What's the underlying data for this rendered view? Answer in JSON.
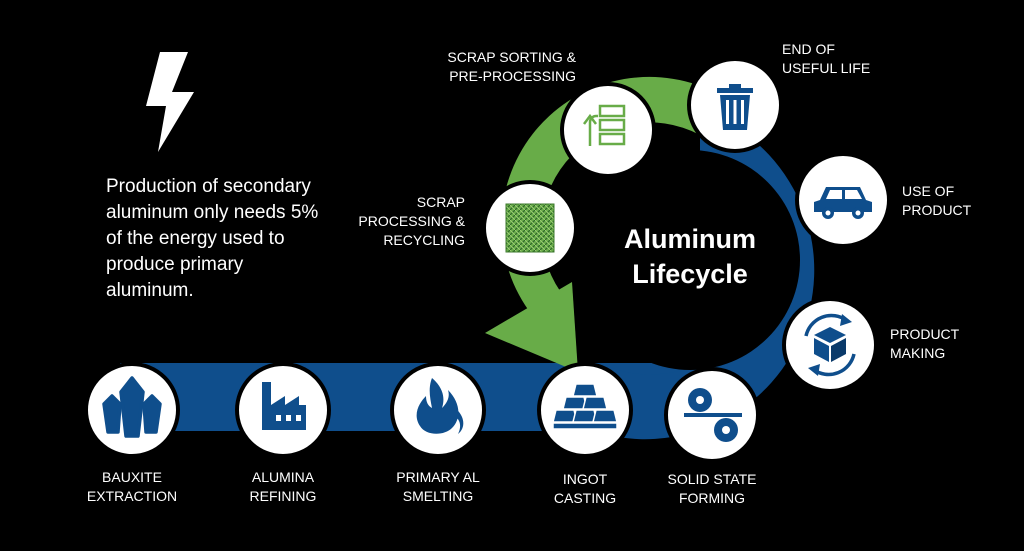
{
  "title": [
    "Aluminum",
    "Lifecycle"
  ],
  "note": "Production of secondary aluminum only needs 5% of the energy used to produce primary aluminum.",
  "colors": {
    "blue": "#0f4e8c",
    "green": "#68ac48",
    "icon_blue": "#0f4e8c",
    "icon_green": "#68ac48"
  },
  "stages": [
    {
      "id": "bauxite",
      "icon": "crystal-icon",
      "label": [
        "BAUXITE",
        "EXTRACTION"
      ]
    },
    {
      "id": "alumina",
      "icon": "factory-icon",
      "label": [
        "ALUMINA",
        "REFINING"
      ]
    },
    {
      "id": "smelting",
      "icon": "flame-icon",
      "label": [
        "PRIMARY AL",
        "SMELTING"
      ]
    },
    {
      "id": "ingot",
      "icon": "ingot-stack-icon",
      "label": [
        "INGOT",
        "CASTING"
      ]
    },
    {
      "id": "forming",
      "icon": "rolling-mill-icon",
      "label": [
        "SOLID STATE",
        "FORMING"
      ]
    },
    {
      "id": "making",
      "icon": "package-cycle-icon",
      "label": [
        "PRODUCT",
        "MAKING"
      ]
    },
    {
      "id": "use",
      "icon": "car-icon",
      "label": [
        "USE OF",
        "PRODUCT"
      ]
    },
    {
      "id": "eol",
      "icon": "trash-bin-icon",
      "label": [
        "END OF",
        "USEFUL LIFE"
      ]
    },
    {
      "id": "sorting",
      "icon": "sorting-icon",
      "label": [
        "SCRAP SORTING &",
        "PRE-PROCESSING"
      ]
    },
    {
      "id": "recycling",
      "icon": "shredded-scrap-icon",
      "label": [
        "SCRAP",
        "PROCESSING &",
        "RECYCLING"
      ]
    }
  ]
}
